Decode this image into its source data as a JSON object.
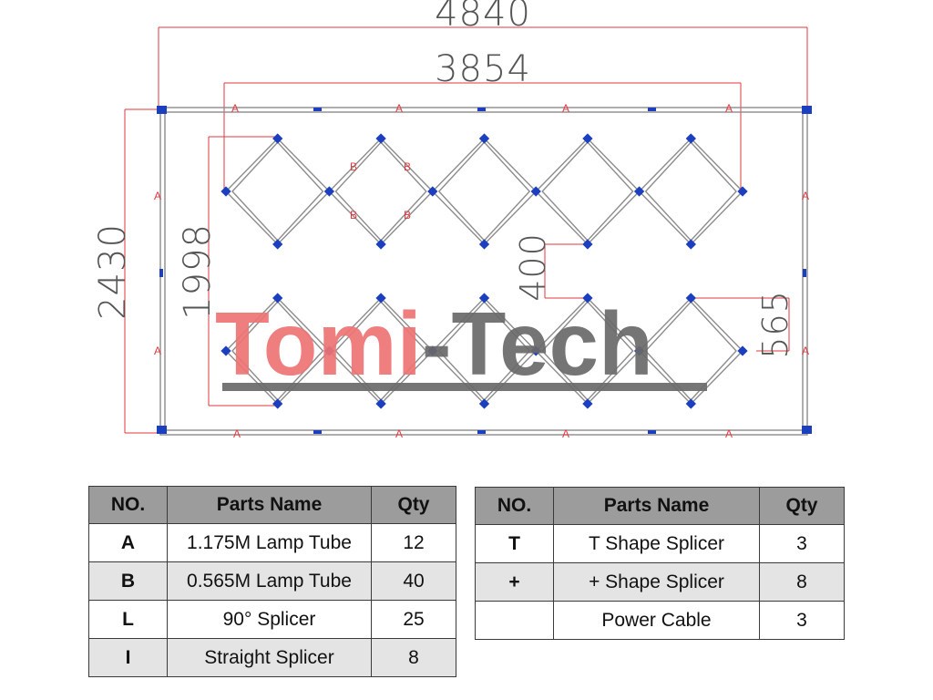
{
  "diagram": {
    "dimensions": {
      "total_width": "4840",
      "inner_width": "3854",
      "total_height": "2430",
      "inner_height": "1998",
      "center_gap": "400",
      "lower_offset": "565"
    },
    "labels": {
      "tube_a": "A",
      "tube_b": "B"
    },
    "watermark": {
      "part1": "Tomi",
      "part2": "-Tech"
    },
    "colors": {
      "frame": "#8c8c8c",
      "joint": "#1c3fbf",
      "dimension": "#e0393e",
      "watermark_red": "#ee7474",
      "watermark_grey": "#6a6a6a"
    }
  },
  "parts_table_left": {
    "headers": {
      "no": "NO.",
      "name": "Parts Name",
      "qty": "Qty"
    },
    "rows": [
      {
        "no": "A",
        "name": "1.175M Lamp Tube",
        "qty": "12"
      },
      {
        "no": "B",
        "name": "0.565M Lamp Tube",
        "qty": "40"
      },
      {
        "no": "L",
        "name": "90° Splicer",
        "qty": "25"
      },
      {
        "no": "I",
        "name": "Straight Splicer",
        "qty": "8"
      }
    ]
  },
  "parts_table_right": {
    "headers": {
      "no": "NO.",
      "name": "Parts Name",
      "qty": "Qty"
    },
    "rows": [
      {
        "no": "T",
        "name": "T Shape Splicer",
        "qty": "3"
      },
      {
        "no": "+",
        "name": "+ Shape Splicer",
        "qty": "8"
      },
      {
        "no": "",
        "name": "Power Cable",
        "qty": "3"
      }
    ]
  }
}
